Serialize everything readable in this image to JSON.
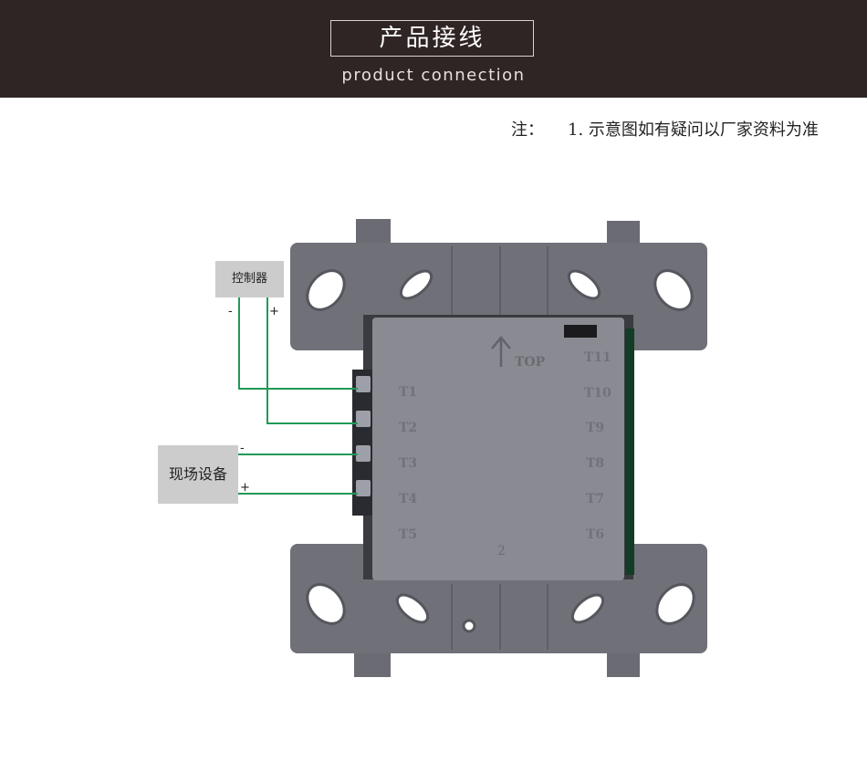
{
  "header": {
    "title": "产品接线",
    "subtitle": "product connection"
  },
  "note": {
    "label": "注：",
    "text": "1. 示意图如有疑问以厂家资料为准"
  },
  "labels": {
    "controller": "控制器",
    "controller_minus": "-",
    "controller_plus": "+",
    "field_device": "现场设备",
    "field_minus": "-",
    "field_plus": "+"
  },
  "module": {
    "top_marking": "TOP",
    "bottom_marking": "2",
    "terminals_left": [
      "T1",
      "T2",
      "T3",
      "T4",
      "T5"
    ],
    "terminals_right": [
      "T11",
      "T10",
      "T9",
      "T8",
      "T7",
      "T6"
    ]
  },
  "colors": {
    "header_bg": "#2f2524",
    "wire": "#1f9a55",
    "plate": "#6f7078",
    "module_body": "#8a8b92",
    "label_bg": "#cccccc"
  }
}
